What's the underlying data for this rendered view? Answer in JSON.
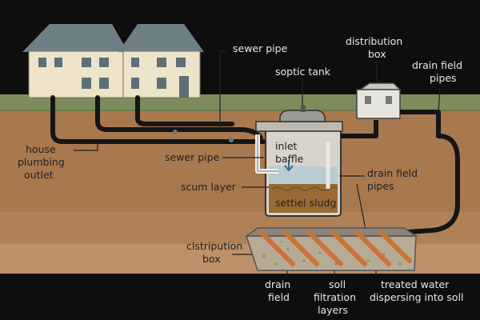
{
  "labels": {
    "sewer_pipe_top": "sewer pipe",
    "septic_tank": "soptic tank",
    "distribution_box_top_1": "distribution",
    "distribution_box_top_2": "box",
    "drain_field_pipes_top_1": "drain field",
    "drain_field_pipes_top_2": "pipes",
    "house_plumbing_1": "house",
    "house_plumbing_2": "plumbing",
    "house_plumbing_3": "outlet",
    "sewer_pipe_mid": "sewer pipe",
    "inlet_baffle_1": "inlet",
    "inlet_baffle_2": "baffle",
    "drain_field_pipes_mid_1": "drain field",
    "drain_field_pipes_mid_2": "pipes",
    "scum_layer": "scum layer",
    "settled_sludge": "settiel sludg",
    "distribution_box_bottom_1": "clstripution",
    "distribution_box_bottom_2": "box",
    "drain_field_1": "drain",
    "drain_field_2": "field",
    "soil_filtration_1": "soll",
    "soil_filtration_2": "filtration",
    "soil_filtration_3": "layers",
    "treated_water_1": "treated water",
    "treated_water_2": "dispersing into soll"
  },
  "colors": {
    "sky": "#0e0e0e",
    "grass": "#7d8c5a",
    "soil": "#a8784f",
    "soil_deep": "#b98d63",
    "pipe": "#151515",
    "house_wall": "#ece3c9",
    "roof": "#6f7f86",
    "tank_lid": "#9b9b95",
    "water": "#b8ccd1",
    "sludge": "#9a6a35",
    "gravel": "#b7ab95",
    "drain_pipe": "#c8743a"
  }
}
